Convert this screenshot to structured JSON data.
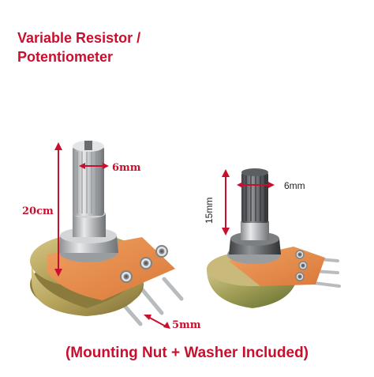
{
  "title": {
    "line1": "Variable Resistor /",
    "line2": "Potentiometer"
  },
  "caption": "(Mounting Nut + Washer Included)",
  "dimensions": {
    "large": {
      "shaft_width": "6mm",
      "height": "20cm",
      "pin_spacing": "5mm"
    },
    "small": {
      "shaft_width": "6mm",
      "height": "15mm"
    }
  },
  "colors": {
    "title": "#c8102e",
    "dimension_arrow": "#c8102e"
  }
}
